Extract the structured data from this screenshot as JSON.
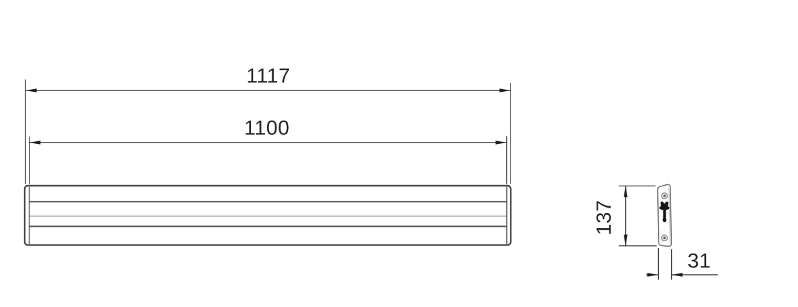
{
  "drawing": {
    "front_view": {
      "dim_outer_width": "1117",
      "dim_inner_width": "1100"
    },
    "side_view": {
      "dim_height": "137",
      "dim_width": "31"
    },
    "icons": {
      "screw_hole_top": "screw-hole-icon",
      "screw_hole_bottom": "screw-hole-icon",
      "mounting_bracket": "mounting-bracket-icon"
    },
    "colors": {
      "background": "#ffffff",
      "outline": "#4a4a4a",
      "groove_dark": "#565656",
      "groove_light": "#9c9c9c",
      "dimension_line": "#1f1f1f",
      "text": "#262626",
      "plate_stroke": "#6e6e6e",
      "hole_ring": "#8a8a8a",
      "hole_fill": "#e4e4e4",
      "hole_dot": "#555555",
      "bracket": "#141414"
    }
  }
}
